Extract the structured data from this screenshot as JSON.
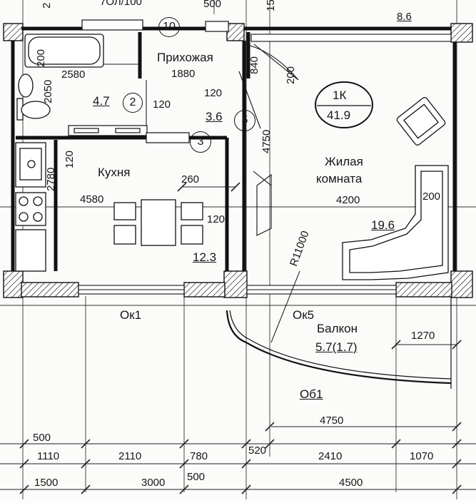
{
  "plan": {
    "rooms": {
      "hallway": {
        "name": "Прихожая",
        "size": "1880"
      },
      "bath_area": "4.7",
      "hall_area": "3.6",
      "kitchen": {
        "name": "Кухня",
        "size": "4580",
        "area": "12.3"
      },
      "living": {
        "name_line1": "Жилая",
        "name_line2": "комната",
        "size": "4200",
        "area": "19.6"
      },
      "balcony": {
        "name": "Балкон",
        "area": "5.7(1.7)"
      },
      "apartment": {
        "type": "1К",
        "area": "41.9"
      }
    },
    "markers": [
      "10",
      "2",
      "3",
      "5"
    ],
    "openings": {
      "window1": "Ок1",
      "window5": "Ок5",
      "balcony_fence": "Об1",
      "radius": "R11000"
    },
    "top_labels": {
      "left_frag": "2",
      "mid_frag": "7ОЛ/100",
      "d500": "500",
      "right_frag": "15",
      "d86": "8.6"
    },
    "inner_dims": {
      "d200a": "200",
      "d2580": "2580",
      "d2050": "2050",
      "d840": "840",
      "d200b": "200",
      "d120a": "120",
      "d120b": "120",
      "d4750v": "4750",
      "d120c": "120",
      "d2780": "2780",
      "d260": "260",
      "d120d": "120",
      "d200c": "200",
      "d1270": "1270"
    },
    "bottom_dims": {
      "d500a": "500",
      "d1110": "1110",
      "d2110": "2110",
      "d780": "780",
      "d520": "520",
      "d2410": "2410",
      "d1070": "1070",
      "d4750": "4750",
      "d1500": "1500",
      "d3000": "3000",
      "d500b": "500",
      "d4500": "4500"
    }
  }
}
